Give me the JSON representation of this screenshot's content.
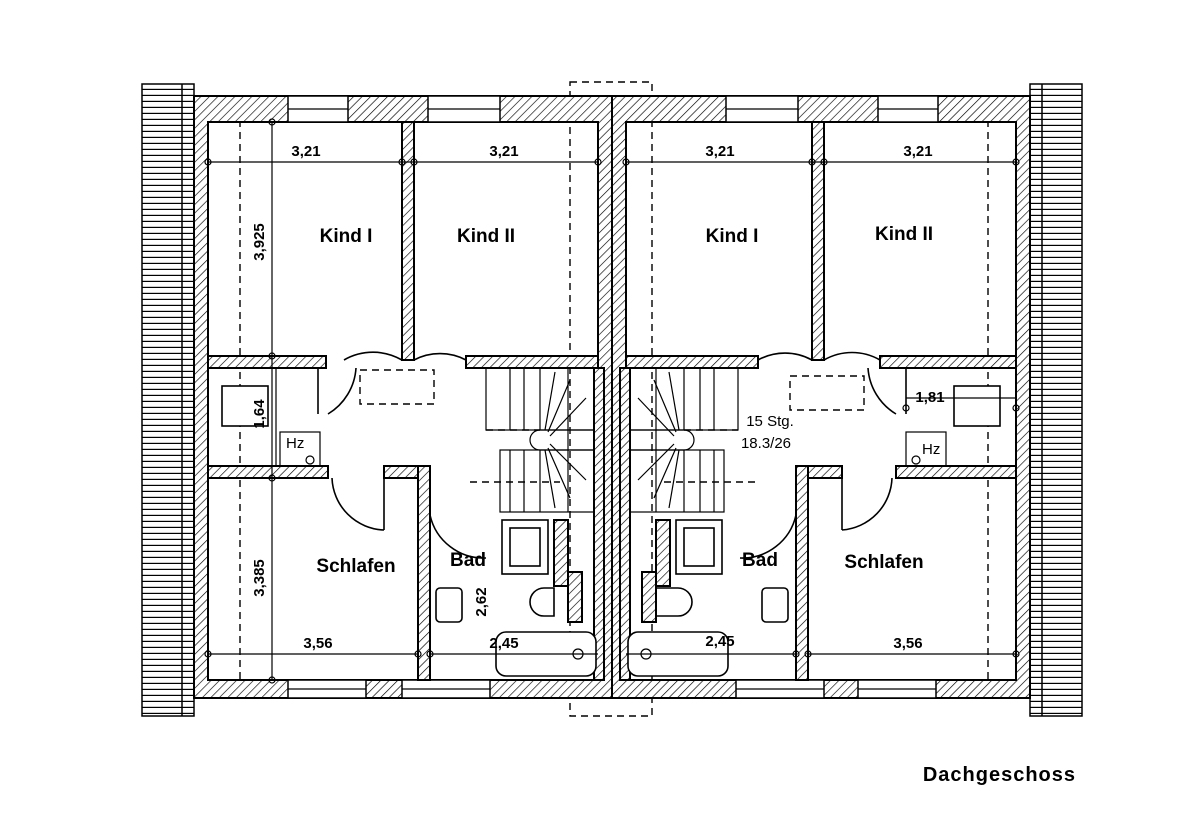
{
  "title": "Dachgeschoss",
  "units": [
    {
      "side": "left",
      "rooms": {
        "kind1": "Kind I",
        "kind2": "Kind II",
        "schlafen": "Schlafen",
        "bad": "Bad",
        "hz": "Hz"
      },
      "dimensions": {
        "kind1_width": "3,21",
        "kind2_width": "3,21",
        "kind_depth": "3,925",
        "corridor_depth": "1,64",
        "schlafen_depth": "3,385",
        "schlafen_width": "3,56",
        "bad_depth": "2,62",
        "bad_width": "2,45"
      }
    },
    {
      "side": "right",
      "rooms": {
        "kind1": "Kind I",
        "kind2": "Kind II",
        "schlafen": "Schlafen",
        "bad": "Bad",
        "hz": "Hz"
      },
      "dimensions": {
        "kind1_width": "3,21",
        "kind2_width": "3,21",
        "corridor_width": "1,81",
        "schlafen_width": "3,56",
        "bad_width": "2,45"
      },
      "stairs": {
        "steps": "15 Stg.",
        "ratio": "18.3/26"
      }
    }
  ]
}
